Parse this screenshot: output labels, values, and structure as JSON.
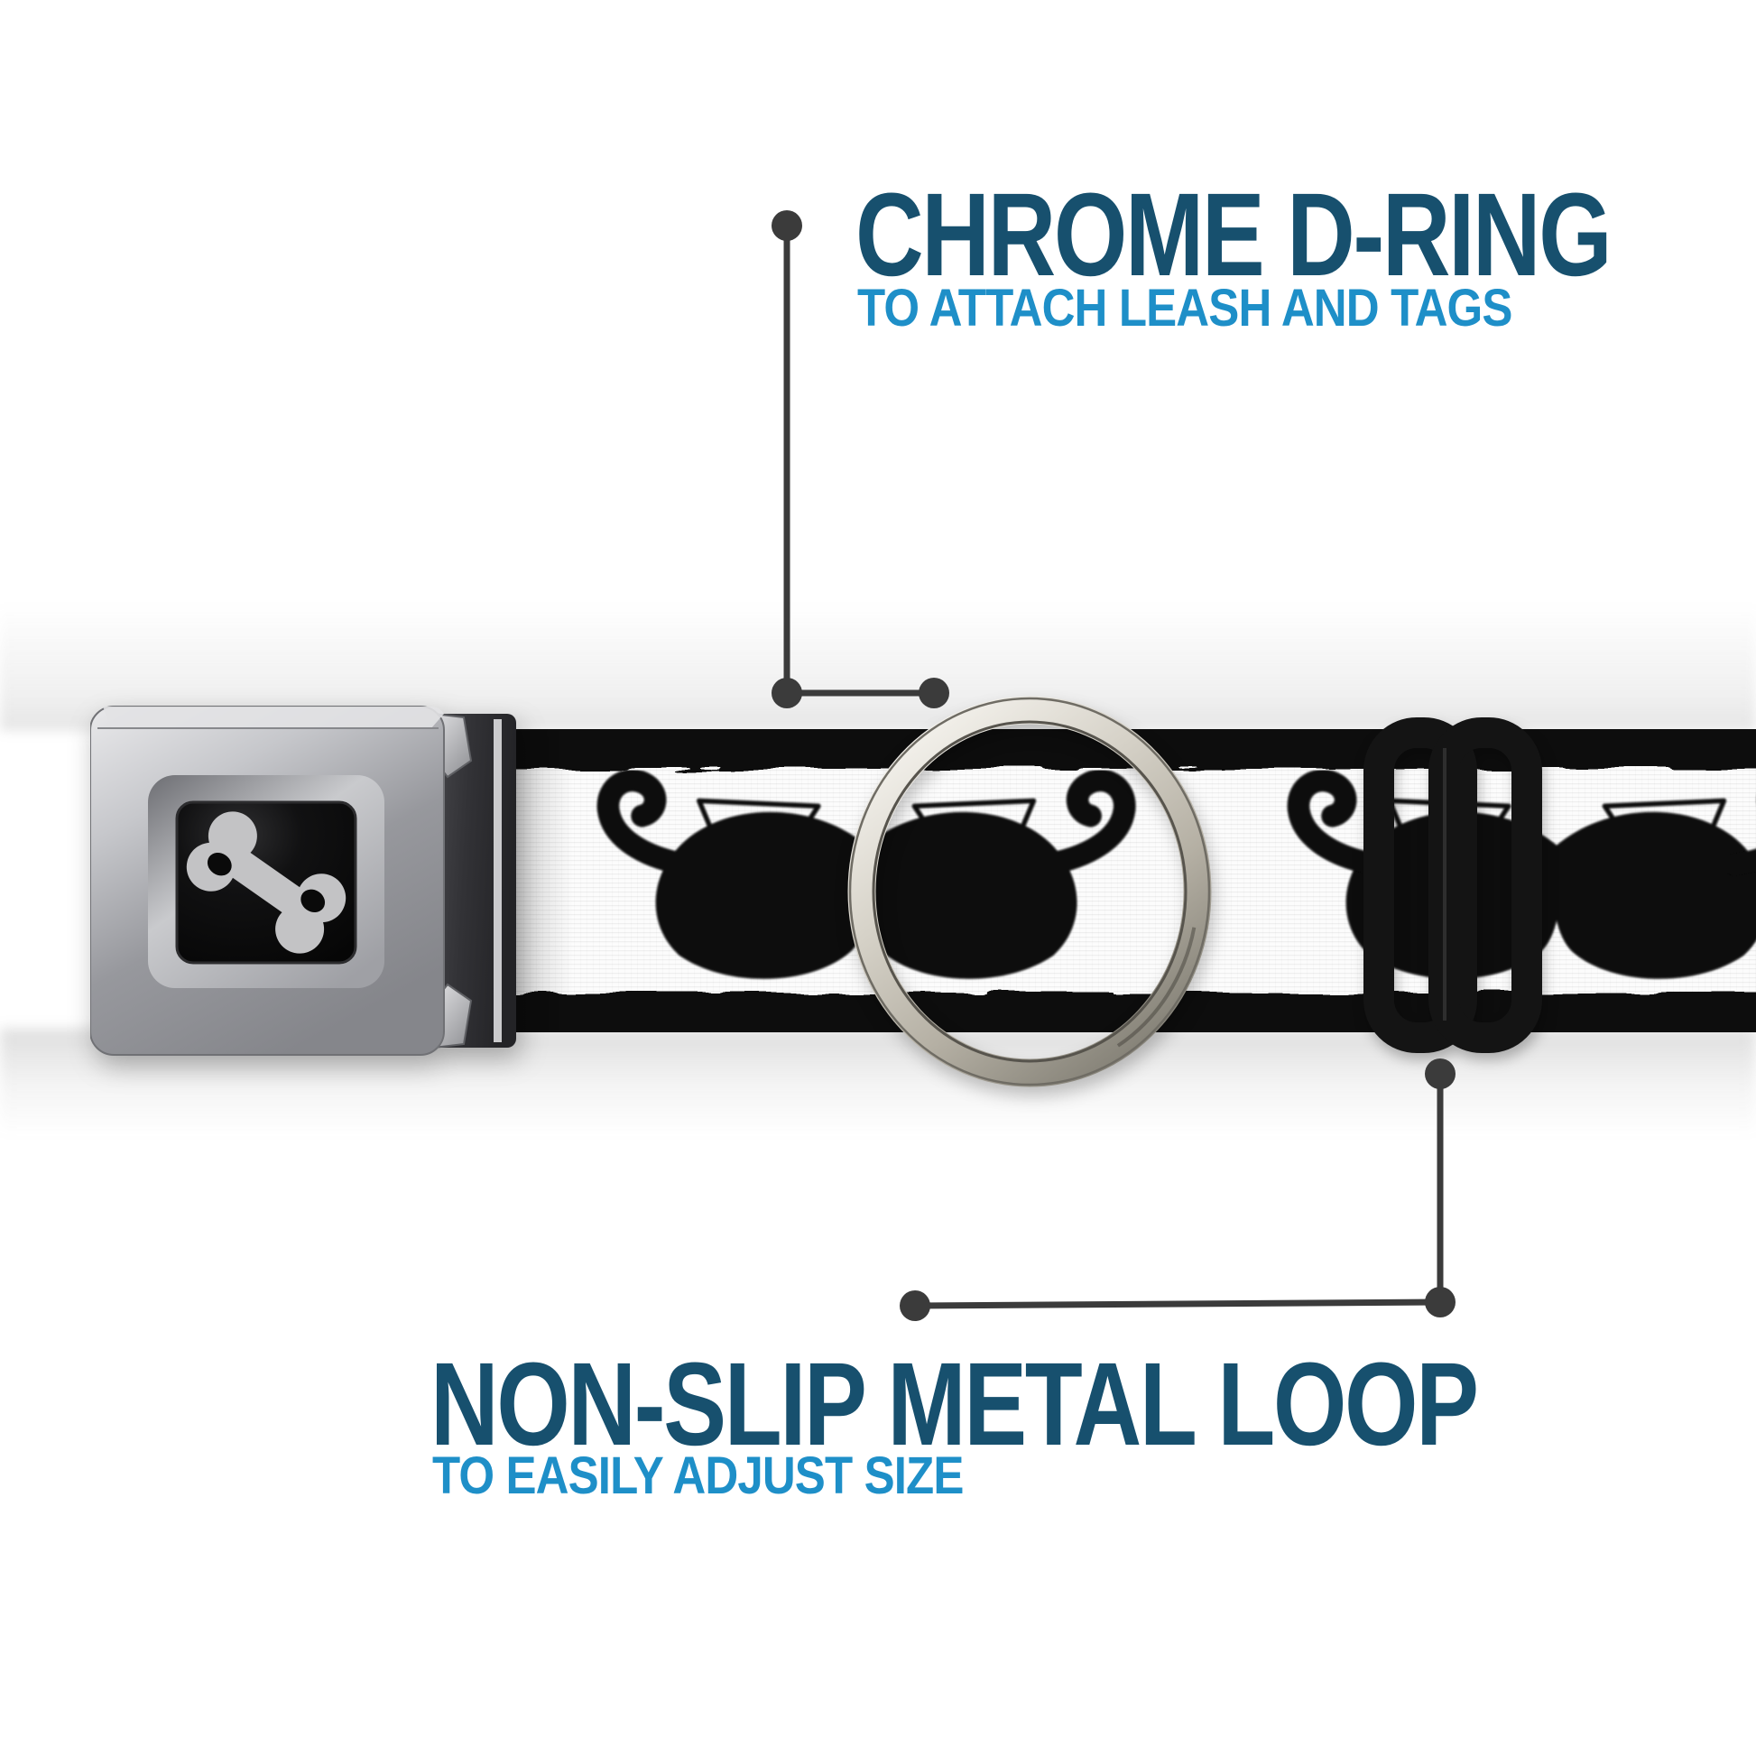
{
  "annotations": {
    "top": {
      "title": "CHROME D-RING",
      "subtitle": "TO ATTACH LEASH AND TAGS"
    },
    "bottom": {
      "title": "NON-SLIP METAL LOOP",
      "subtitle": "TO EASILY ADJUST SIZE"
    }
  },
  "product": {
    "buckle_icon": "dog-bone",
    "strap_pattern": "black mustaches on white webbing",
    "hardware": [
      "seatbelt-buckle",
      "chrome-d-ring",
      "black-metal-slider-loop"
    ]
  },
  "colors": {
    "title": "#17506e",
    "subtitle": "#1e8fc8",
    "callout": "#3b3b3b",
    "strap-black": "#0c0c0c",
    "webbing": "#fcfcfc",
    "chrome": "#c9c6c0",
    "buckle-silver": "#b9babe",
    "slider-black": "#141414"
  }
}
